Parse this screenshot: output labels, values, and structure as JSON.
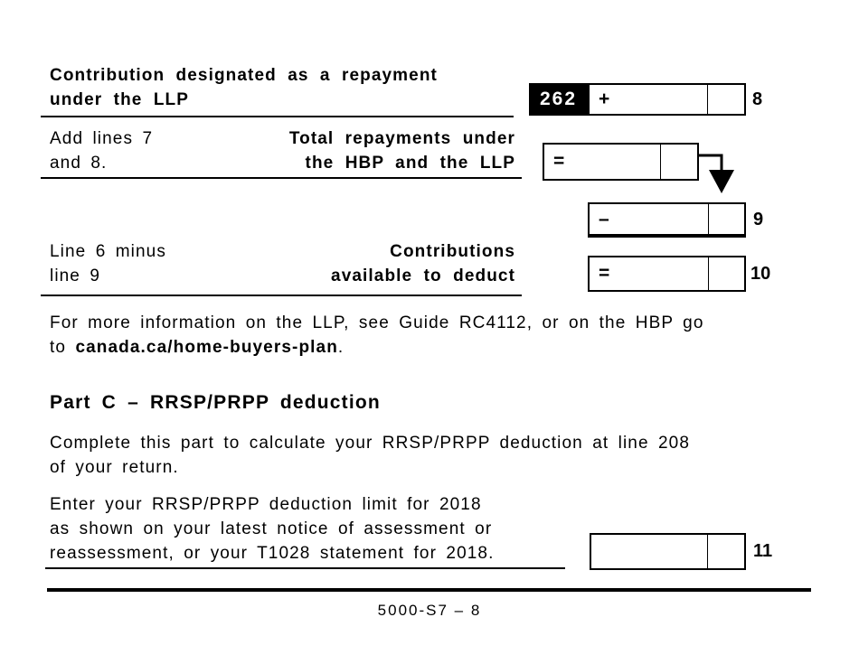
{
  "section_b": {
    "llp_row": {
      "heading_lines": [
        "Contribution designated as a repayment",
        "under the LLP"
      ],
      "code": "262",
      "plus": "+",
      "line_no": "8"
    },
    "total_row": {
      "left_lines": [
        "Add lines 7",
        "and 8."
      ],
      "label_lines": [
        "Total repayments under",
        "the HBP and the LLP"
      ],
      "equals": "="
    },
    "minus_row": {
      "minus": "–",
      "line_no": "9"
    },
    "result_row": {
      "left_lines": [
        "Line 6 minus",
        "line 9"
      ],
      "label_lines": [
        "Contributions",
        "available to deduct"
      ],
      "equals": "=",
      "line_no": "10"
    },
    "info": {
      "line1": "For more information on the LLP, see Guide RC4112, or on the HBP go",
      "line2_prefix": "to ",
      "link": "canada.ca/home-buyers-plan",
      "line2_suffix": "."
    }
  },
  "part_c": {
    "heading": "Part C – RRSP/PRPP deduction",
    "intro_lines": [
      "Complete this part to calculate your RRSP/PRPP deduction at line 208",
      "of your return."
    ],
    "limit_row": {
      "text_lines": [
        "Enter your RRSP/PRPP deduction limit for 2018",
        "as shown on your latest notice of assessment or",
        "reassessment, or your T1028 statement for 2018."
      ],
      "line_no": "11"
    }
  },
  "page": {
    "footer": "5000-S7 – 8"
  }
}
